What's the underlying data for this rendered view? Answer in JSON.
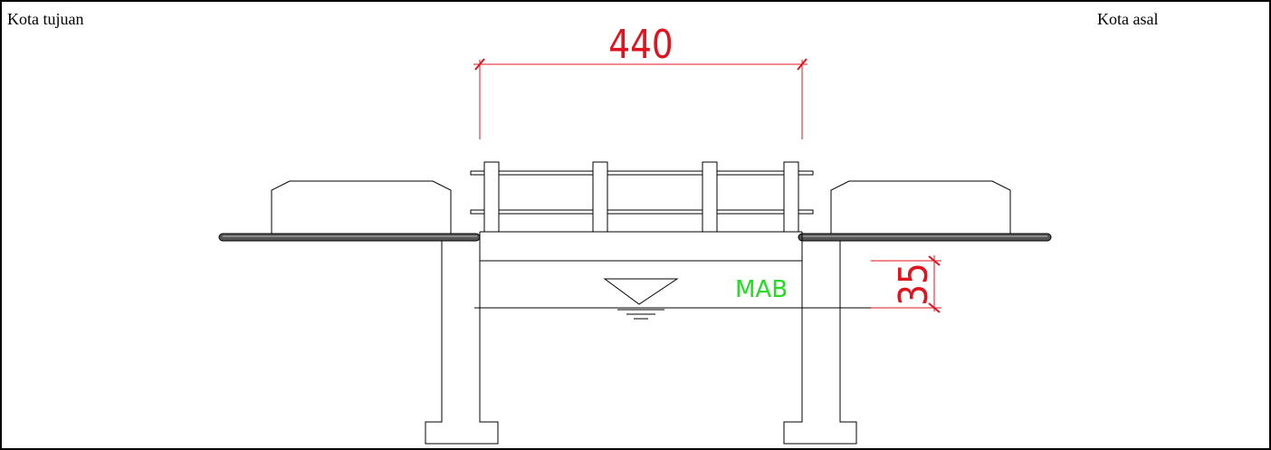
{
  "labels": {
    "left": "Kota tujuan",
    "right": "Kota asal"
  },
  "dimensions": {
    "span": "440",
    "freeboard": "35"
  },
  "water": {
    "label": "MAB"
  },
  "colors": {
    "line": "#000000",
    "dimension": "#e0141e",
    "water_label": "#22dd22",
    "deck": "#555555"
  }
}
